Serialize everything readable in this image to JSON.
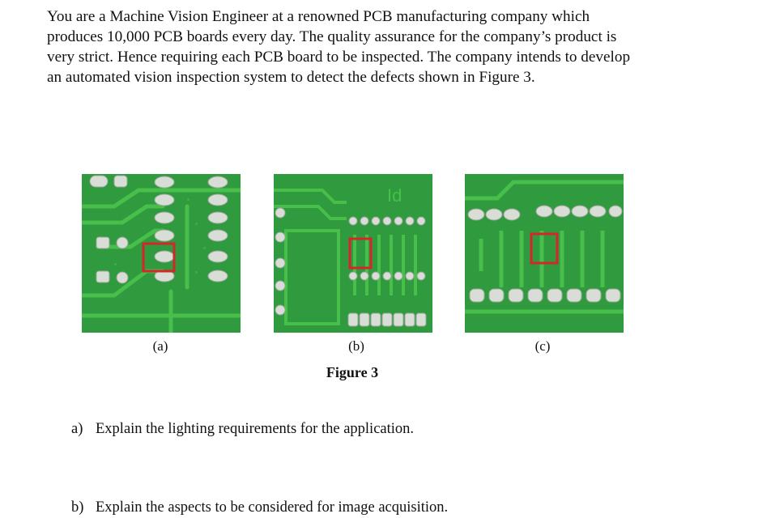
{
  "intro": {
    "line1": "You are a Machine Vision Engineer at a renowned PCB manufacturing company which",
    "line2": "produces 10,000 PCB boards every day. The quality assurance for the company’s product is",
    "line3": "very strict. Hence requiring each PCB board to be inspected. The company intends to develop",
    "line4": "an automated vision inspection system to detect the defects shown in Figure 3."
  },
  "figure": {
    "title": "Figure 3",
    "panels": [
      {
        "caption": "(a)"
      },
      {
        "caption": "(b)",
        "silkscreen": "Id"
      },
      {
        "caption": "(c)"
      }
    ]
  },
  "questions": [
    {
      "letter": "a)",
      "text": "Explain the lighting requirements for the application."
    },
    {
      "letter": "b)",
      "text": "Explain the aspects to be considered for image acquisition."
    }
  ],
  "colors": {
    "board": "#2f9a3e",
    "trace": "#47bf4a",
    "pad": "#d8ddd6",
    "defect_box": "#d7262b"
  }
}
